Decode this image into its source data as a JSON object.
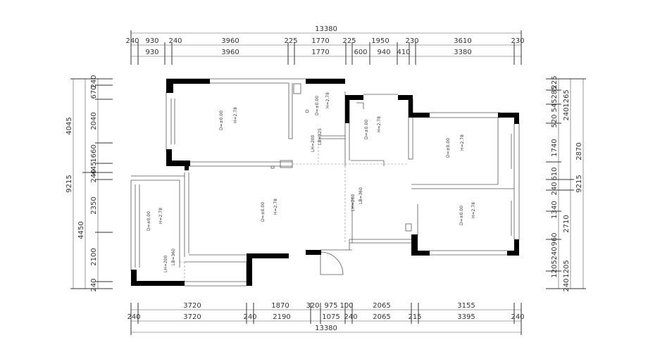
{
  "dimensions": {
    "top_total": "13380",
    "top_row1": [
      "240",
      "930",
      "240",
      "3960",
      "225",
      "1770",
      "225",
      "1950",
      "230",
      "3610",
      "230"
    ],
    "top_row2": [
      "930",
      "3960",
      "1770",
      "600",
      "940",
      "410",
      "3380"
    ],
    "bottom_row1": [
      "3720",
      "1870",
      "320",
      "975",
      "100",
      "2065",
      "3155"
    ],
    "bottom_row2": [
      "240",
      "3720",
      "240",
      "2190",
      "1075",
      "240",
      "2065",
      "215",
      "3395",
      "240"
    ],
    "bottom_total": "13380",
    "left_outer": [
      "4045",
      "9215",
      "4450"
    ],
    "left_inner": [
      "240",
      "670",
      "2040",
      "1660",
      "445",
      "240",
      "2350",
      "2100",
      "240"
    ],
    "right_outer": [
      "2870",
      "9215",
      "2710"
    ],
    "right_inner": [
      "225",
      "1265",
      "240",
      "285",
      "545",
      "520",
      "1740",
      "610",
      "240",
      "1340",
      "960",
      "240",
      "1205",
      "1205",
      "240"
    ]
  },
  "rooms": [
    {
      "h": "H=2.78",
      "d": "D=±0.00"
    },
    {
      "h": "H=2.78",
      "d": "D=±0.00"
    },
    {
      "h": "H=2.78",
      "d": "D=±0.00"
    },
    {
      "h": "H=2.78",
      "d": "D=±0.00"
    },
    {
      "h": "H=2.78",
      "d": "D=±0.00"
    },
    {
      "h": "H=2.78",
      "d": "D=±0.00"
    },
    {
      "h": "H=2.78",
      "d": "D=±0.00"
    }
  ],
  "openings": [
    {
      "lb": "LB=325",
      "lh": "LH=200"
    },
    {
      "lb": "LB=360",
      "lh": "LH=200"
    },
    {
      "lb": "LB=360",
      "lh": "LH=200"
    }
  ]
}
